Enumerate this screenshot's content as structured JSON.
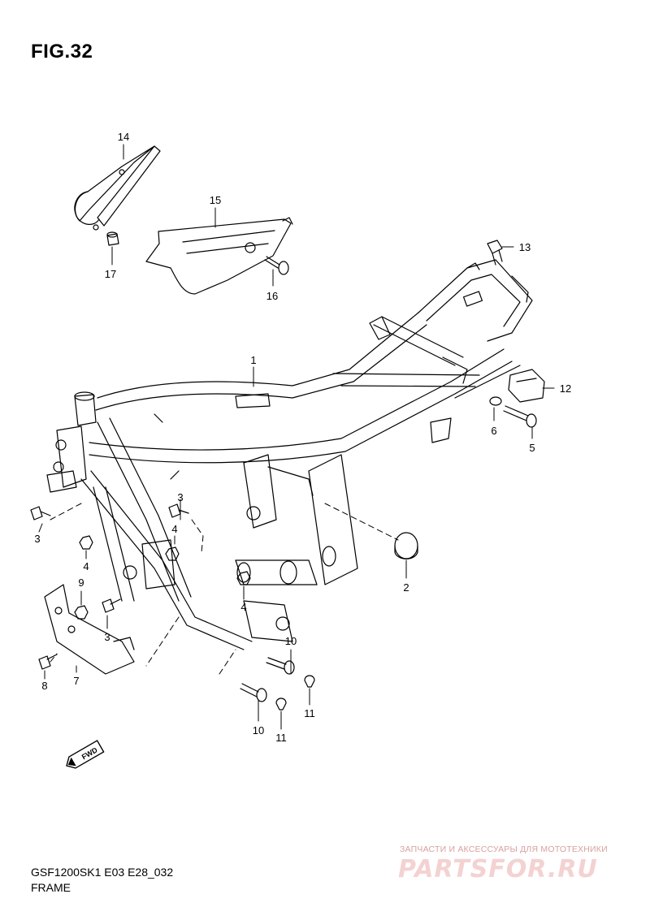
{
  "figure": {
    "title": "FIG.32",
    "model_code": "GSF1200SK1 E03 E28_032",
    "section_name": "FRAME"
  },
  "watermark": {
    "tagline": "ЗАПЧАСТИ И АКСЕССУАРЫ ДЛЯ МОТОТЕХНИКИ",
    "brand": "PARTSFOR.RU"
  },
  "direction_badge": {
    "label": "FWD",
    "icon": "front-arrow-icon"
  },
  "callouts": {
    "c1": "1",
    "c2": "2",
    "c3a": "3",
    "c3b": "3",
    "c3c": "3",
    "c4a": "4",
    "c4b": "4",
    "c4c": "4",
    "c5": "5",
    "c6": "6",
    "c7": "7",
    "c8": "8",
    "c9": "9",
    "c10a": "10",
    "c10b": "10",
    "c11a": "11",
    "c11b": "11",
    "c12": "12",
    "c13": "13",
    "c14": "14",
    "c15": "15",
    "c16": "16",
    "c17": "17"
  },
  "colors": {
    "line": "#000000",
    "watermark": "#e9b8b8"
  }
}
